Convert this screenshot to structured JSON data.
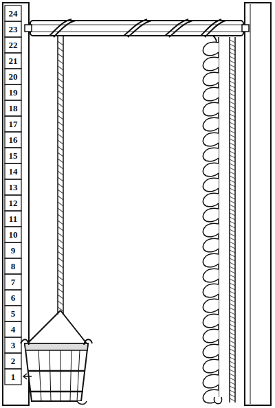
{
  "diagram": {
    "labels": [
      "24",
      "23",
      "22",
      "21",
      "20",
      "19",
      "18",
      "17",
      "16",
      "15",
      "14",
      "13",
      "12",
      "11",
      "10",
      "9",
      "8",
      "7",
      "6",
      "5",
      "4",
      "3",
      "2",
      "1"
    ]
  }
}
